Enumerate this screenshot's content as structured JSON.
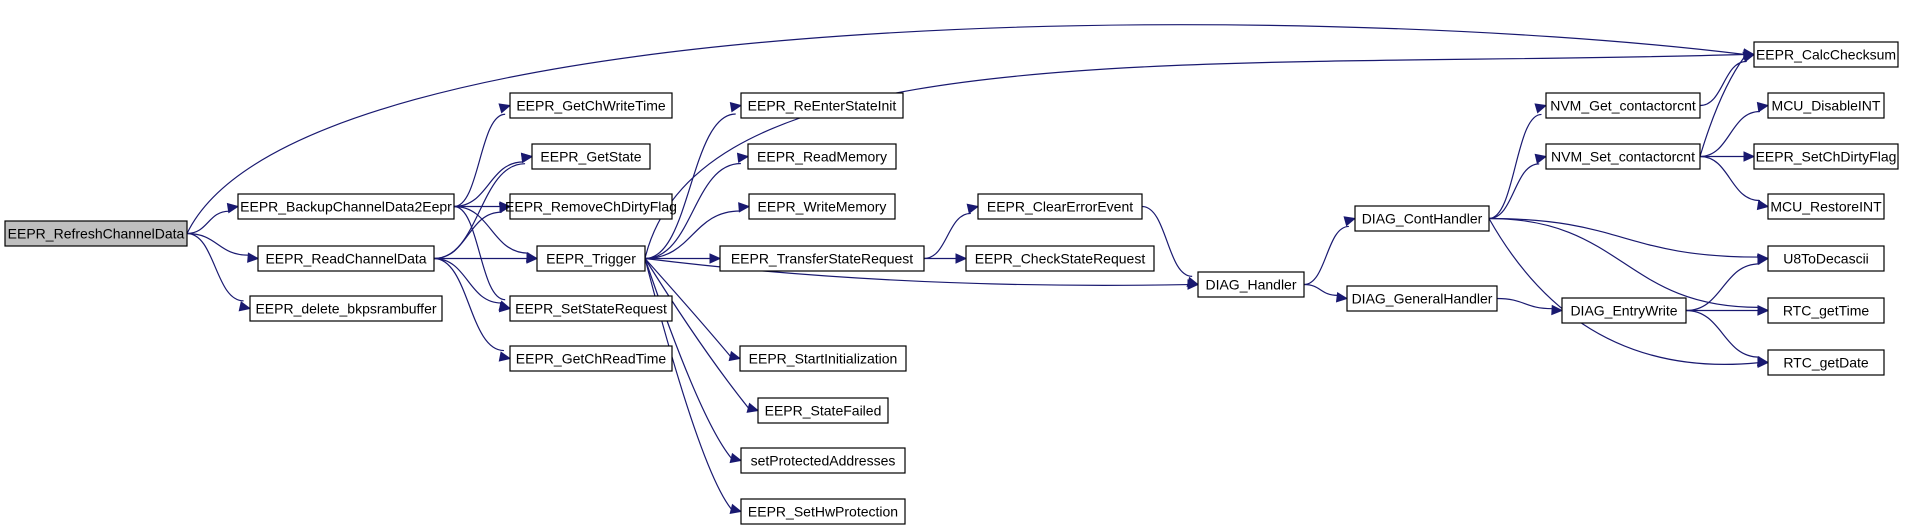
{
  "diagram": {
    "title": "",
    "nodes": [
      {
        "id": "refresh",
        "label": "EEPR_RefreshChannelData",
        "root": true
      },
      {
        "id": "backup",
        "label": "EEPR_BackupChannelData2Eepr"
      },
      {
        "id": "readch",
        "label": "EEPR_ReadChannelData"
      },
      {
        "id": "delbkp",
        "label": "EEPR_delete_bkpsrambuffer"
      },
      {
        "id": "getchwrite",
        "label": "EEPR_GetChWriteTime"
      },
      {
        "id": "getstate",
        "label": "EEPR_GetState"
      },
      {
        "id": "removedirty",
        "label": "EEPR_RemoveChDirtyFlag"
      },
      {
        "id": "trigger",
        "label": "EEPR_Trigger"
      },
      {
        "id": "setstatereq",
        "label": "EEPR_SetStateRequest"
      },
      {
        "id": "getchread",
        "label": "EEPR_GetChReadTime"
      },
      {
        "id": "reenter",
        "label": "EEPR_ReEnterStateInit"
      },
      {
        "id": "readmem",
        "label": "EEPR_ReadMemory"
      },
      {
        "id": "writemem",
        "label": "EEPR_WriteMemory"
      },
      {
        "id": "transfer",
        "label": "EEPR_TransferStateRequest"
      },
      {
        "id": "startinit",
        "label": "EEPR_StartInitialization"
      },
      {
        "id": "statefailed",
        "label": "EEPR_StateFailed"
      },
      {
        "id": "setprot",
        "label": "setProtectedAddresses"
      },
      {
        "id": "sethw",
        "label": "EEPR_SetHwProtection"
      },
      {
        "id": "clearerr",
        "label": "EEPR_ClearErrorEvent"
      },
      {
        "id": "checkstate",
        "label": "EEPR_CheckStateRequest"
      },
      {
        "id": "diaghandler",
        "label": "DIAG_Handler"
      },
      {
        "id": "conthandler",
        "label": "DIAG_ContHandler"
      },
      {
        "id": "genhandler",
        "label": "DIAG_GeneralHandler"
      },
      {
        "id": "entrywrite",
        "label": "DIAG_EntryWrite"
      },
      {
        "id": "nvmget",
        "label": "NVM_Get_contactorcnt"
      },
      {
        "id": "nvmset",
        "label": "NVM_Set_contactorcnt"
      },
      {
        "id": "calcchk",
        "label": "EEPR_CalcChecksum"
      },
      {
        "id": "disableint",
        "label": "MCU_DisableINT"
      },
      {
        "id": "setdirty",
        "label": "EEPR_SetChDirtyFlag"
      },
      {
        "id": "restoreint",
        "label": "MCU_RestoreINT"
      },
      {
        "id": "u8todec",
        "label": "U8ToDecascii"
      },
      {
        "id": "rtctime",
        "label": "RTC_getTime"
      },
      {
        "id": "rtcdate",
        "label": "RTC_getDate"
      }
    ],
    "edges": [
      {
        "from": "refresh",
        "to": "calcchk"
      },
      {
        "from": "refresh",
        "to": "backup"
      },
      {
        "from": "refresh",
        "to": "readch"
      },
      {
        "from": "refresh",
        "to": "delbkp"
      },
      {
        "from": "backup",
        "to": "getchwrite"
      },
      {
        "from": "backup",
        "to": "getstate"
      },
      {
        "from": "backup",
        "to": "removedirty"
      },
      {
        "from": "backup",
        "to": "trigger"
      },
      {
        "from": "backup",
        "to": "setstatereq"
      },
      {
        "from": "readch",
        "to": "getstate"
      },
      {
        "from": "readch",
        "to": "removedirty"
      },
      {
        "from": "readch",
        "to": "trigger"
      },
      {
        "from": "readch",
        "to": "setstatereq"
      },
      {
        "from": "readch",
        "to": "getchread"
      },
      {
        "from": "trigger",
        "to": "calcchk"
      },
      {
        "from": "trigger",
        "to": "reenter"
      },
      {
        "from": "trigger",
        "to": "readmem"
      },
      {
        "from": "trigger",
        "to": "writemem"
      },
      {
        "from": "trigger",
        "to": "transfer"
      },
      {
        "from": "trigger",
        "to": "diaghandler"
      },
      {
        "from": "trigger",
        "to": "startinit"
      },
      {
        "from": "trigger",
        "to": "statefailed"
      },
      {
        "from": "trigger",
        "to": "setprot"
      },
      {
        "from": "trigger",
        "to": "sethw"
      },
      {
        "from": "transfer",
        "to": "clearerr"
      },
      {
        "from": "transfer",
        "to": "checkstate"
      },
      {
        "from": "clearerr",
        "to": "diaghandler"
      },
      {
        "from": "diaghandler",
        "to": "conthandler"
      },
      {
        "from": "diaghandler",
        "to": "genhandler"
      },
      {
        "from": "conthandler",
        "to": "nvmget"
      },
      {
        "from": "conthandler",
        "to": "nvmset"
      },
      {
        "from": "conthandler",
        "to": "u8todec"
      },
      {
        "from": "conthandler",
        "to": "rtctime"
      },
      {
        "from": "conthandler",
        "to": "rtcdate"
      },
      {
        "from": "genhandler",
        "to": "entrywrite"
      },
      {
        "from": "entrywrite",
        "to": "u8todec"
      },
      {
        "from": "entrywrite",
        "to": "rtctime"
      },
      {
        "from": "entrywrite",
        "to": "rtcdate"
      },
      {
        "from": "nvmget",
        "to": "calcchk"
      },
      {
        "from": "nvmset",
        "to": "calcchk"
      },
      {
        "from": "nvmset",
        "to": "disableint"
      },
      {
        "from": "nvmset",
        "to": "setdirty"
      },
      {
        "from": "nvmset",
        "to": "restoreint"
      }
    ]
  }
}
